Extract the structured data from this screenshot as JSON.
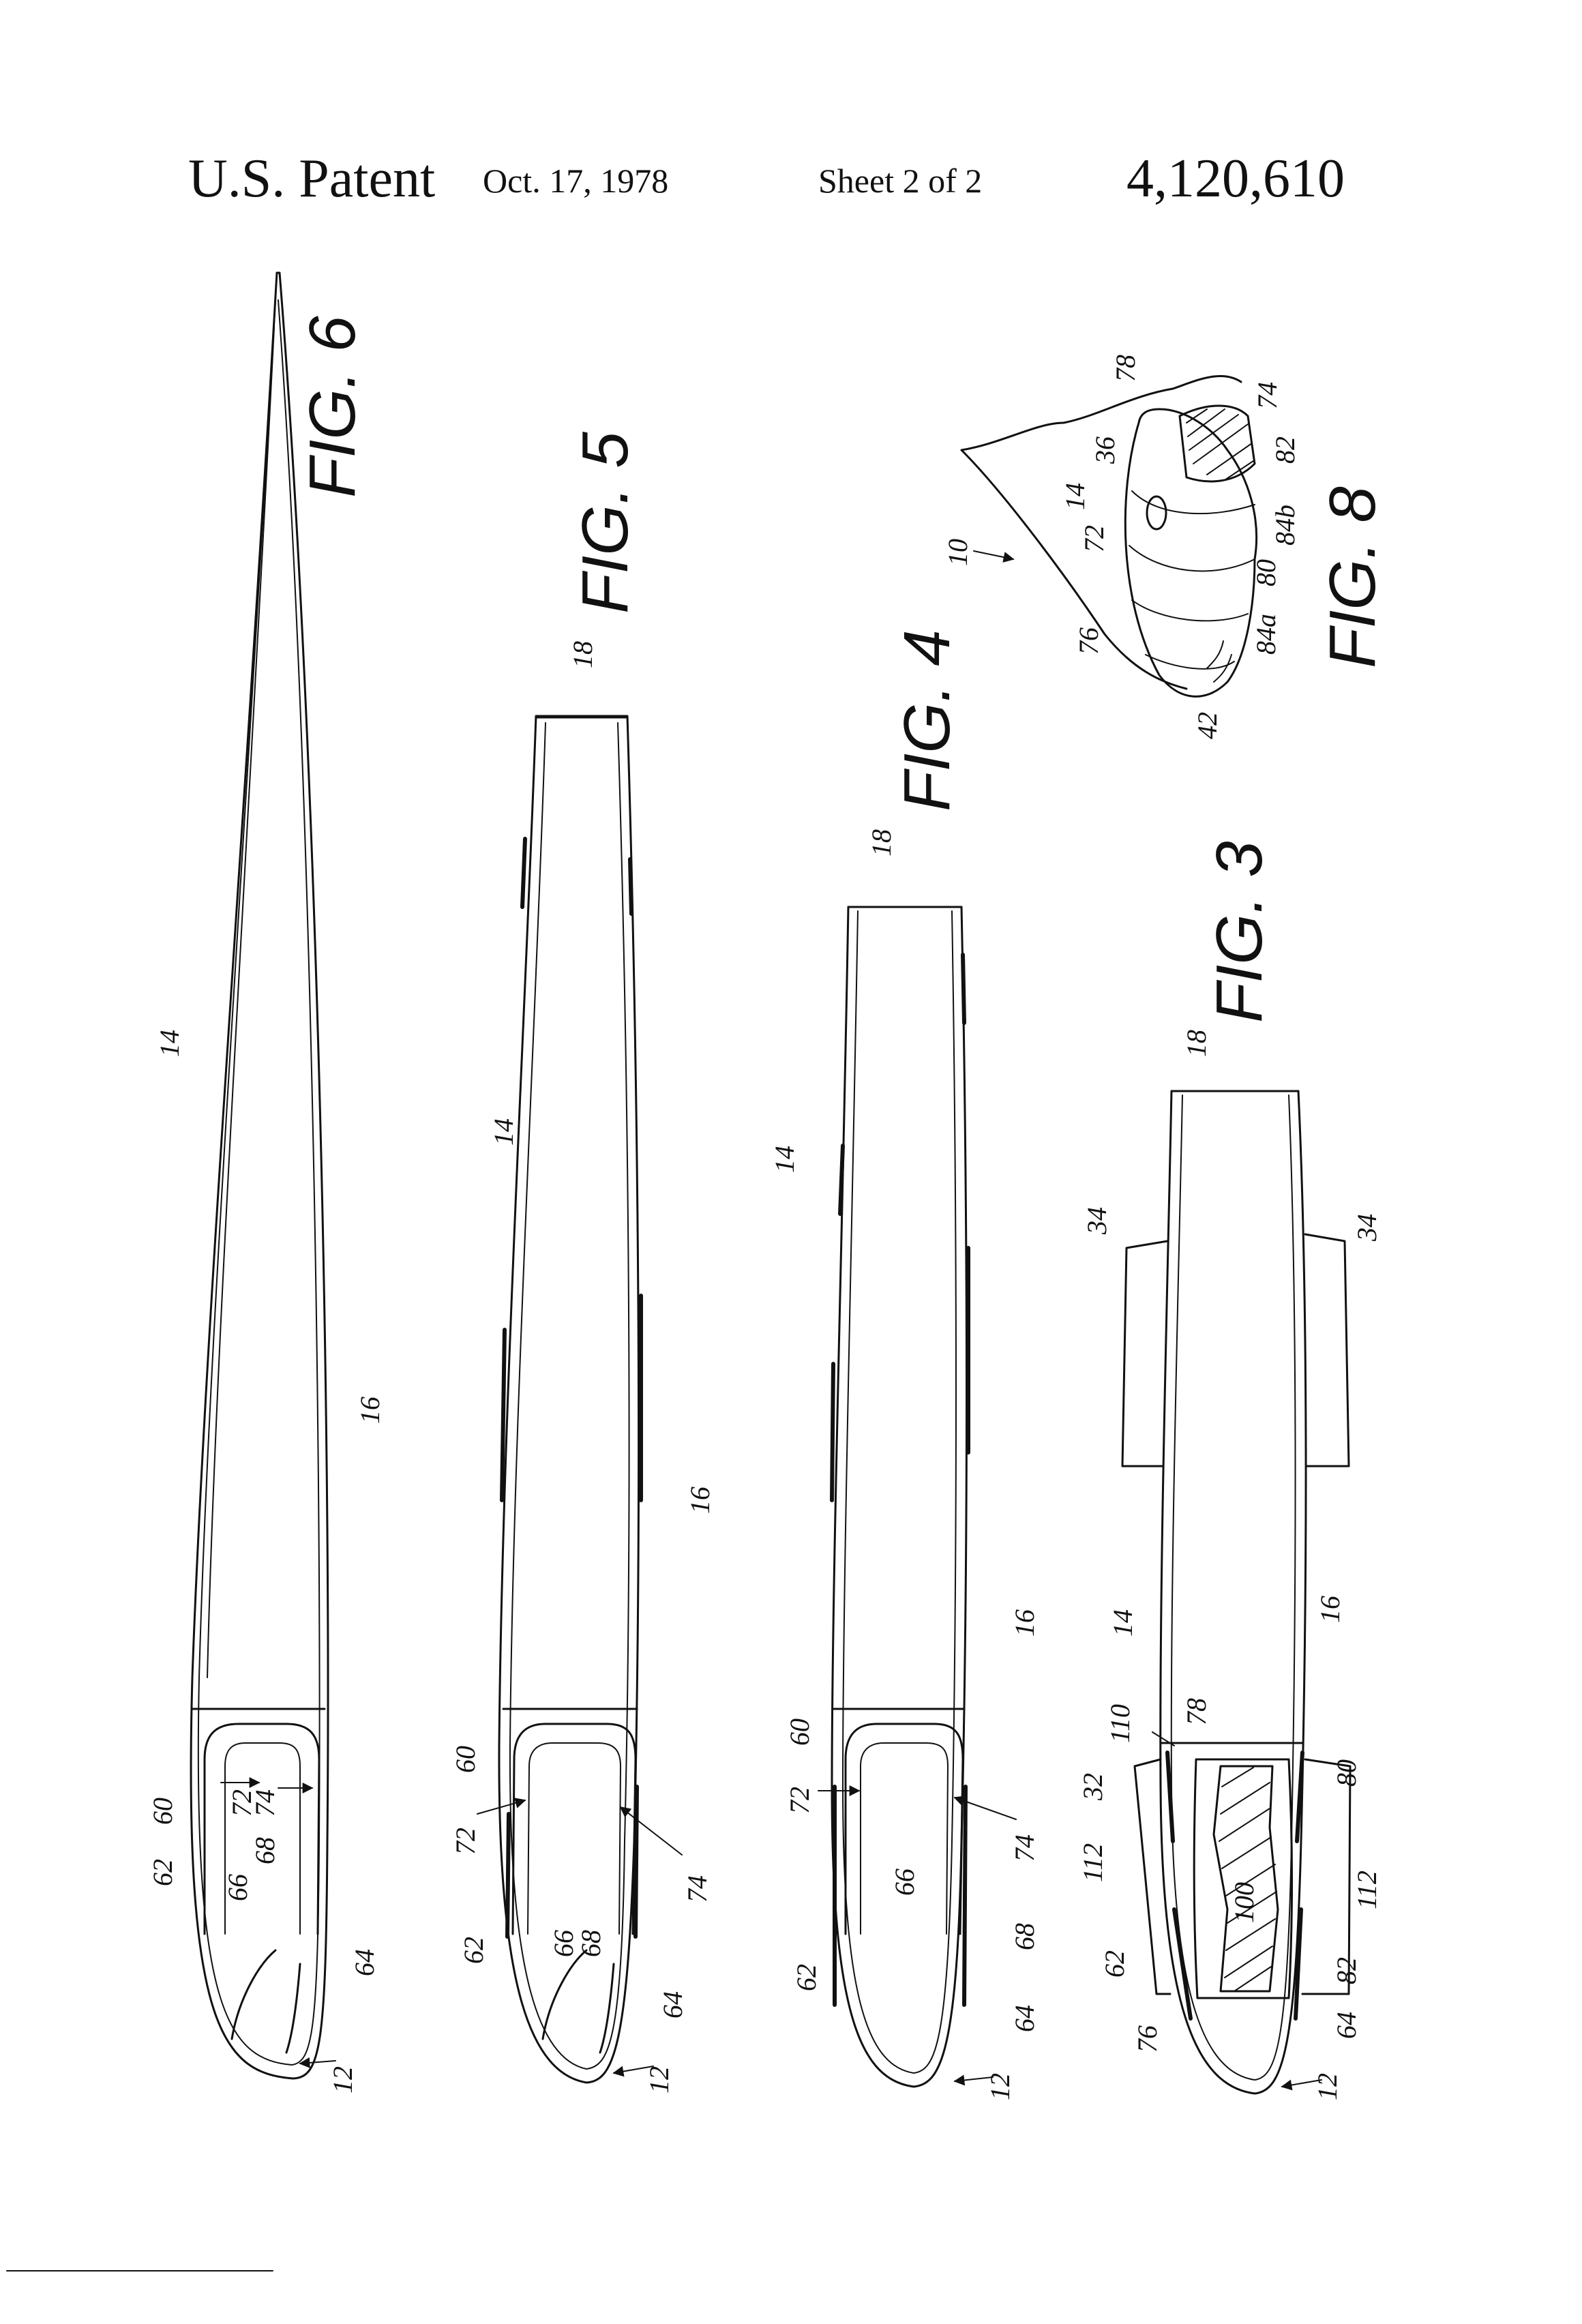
{
  "header": {
    "title": "U.S. Patent",
    "date": "Oct. 17, 1978",
    "sheet": "Sheet 2 of 2",
    "number": "4,120,610"
  },
  "figures": {
    "fig3": "FIG. 3",
    "fig4": "FIG. 4",
    "fig5": "FIG. 5",
    "fig6": "FIG. 6",
    "fig8": "FIG. 8"
  },
  "labels": {
    "fig6": [
      "14",
      "16",
      "60",
      "72",
      "74",
      "62",
      "66",
      "68",
      "64",
      "12"
    ],
    "fig5": [
      "18",
      "14",
      "16",
      "60",
      "72",
      "74",
      "66",
      "68",
      "62",
      "64",
      "12"
    ],
    "fig4": [
      "18",
      "14",
      "16",
      "60",
      "72",
      "74",
      "66",
      "68",
      "62",
      "64",
      "12"
    ],
    "fig3": [
      "18",
      "34",
      "34",
      "14",
      "16",
      "110",
      "78",
      "80",
      "32",
      "112",
      "112",
      "100",
      "62",
      "82",
      "76",
      "64",
      "12"
    ],
    "fig8": [
      "78",
      "74",
      "36",
      "82",
      "14",
      "72",
      "84b",
      "10",
      "80",
      "76",
      "84a",
      "42"
    ]
  }
}
